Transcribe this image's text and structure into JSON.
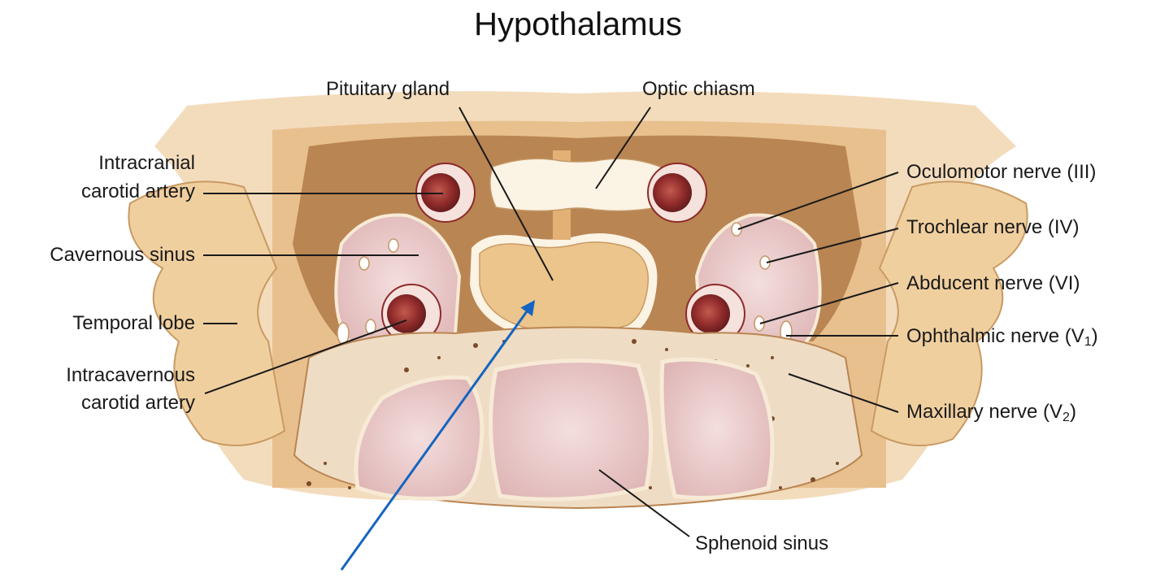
{
  "title": "Hypothalamus",
  "labels": {
    "pituitary_gland": "Pituitary gland",
    "optic_chiasm": "Optic chiasm",
    "intracranial_carotid_line1": "Intracranial",
    "intracranial_carotid_line2": "carotid artery",
    "cavernous_sinus": "Cavernous sinus",
    "temporal_lobe": "Temporal lobe",
    "intracavernous_carotid_line1": "Intracavernous",
    "intracavernous_carotid_line2": "carotid artery",
    "oculomotor_nerve": "Oculomotor nerve (III)",
    "trochlear_nerve": "Trochlear nerve (IV)",
    "abducent_nerve": "Abducent nerve (VI)",
    "ophthalmic_nerve": "Ophthalmic nerve (V",
    "ophthalmic_sub": "1",
    "maxillary_nerve": "Maxillary nerve (V",
    "maxillary_sub": "2",
    "sphenoid_sinus": "Sphenoid sinus"
  },
  "colors": {
    "bone_tan": "#d9a870",
    "bone_light": "#f1d7b4",
    "dura_brown": "#b07a44",
    "sinus_pink": "#e8c3c2",
    "artery_red": "#8e2a2a",
    "pointer_arrow": "#1565c0"
  }
}
